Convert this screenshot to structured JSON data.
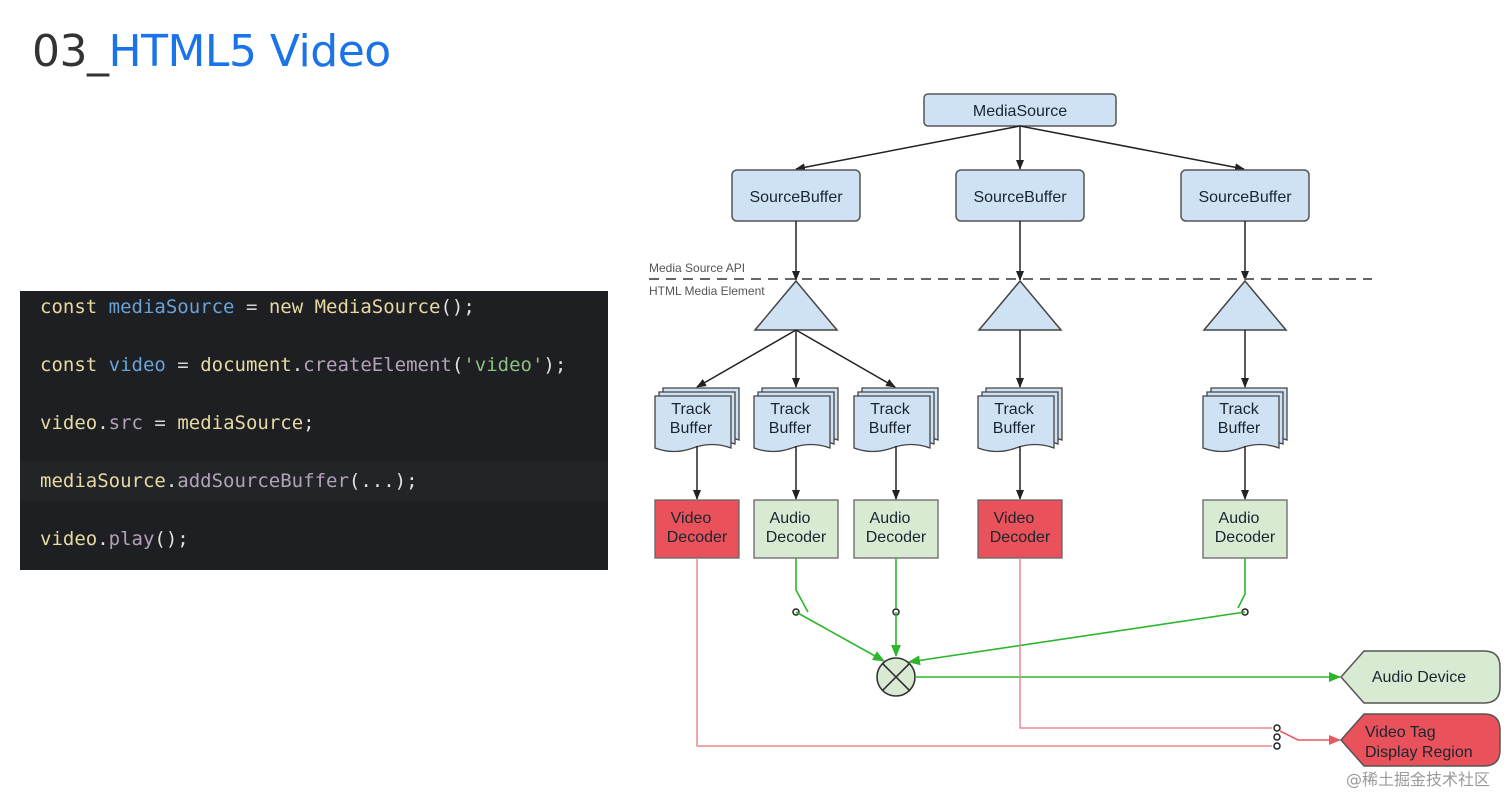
{
  "title": {
    "number": "03_",
    "text": "HTML5 Video"
  },
  "code": {
    "line1": {
      "kw": "const",
      "var": "mediaSource",
      "eq": " = ",
      "new": "new",
      "cls": "MediaSource",
      "end": "();"
    },
    "line2": {
      "kw": "const",
      "var": "video",
      "eq": " = ",
      "obj": "document",
      "dot": ".",
      "method": "createElement",
      "open": "(",
      "str": "'video'",
      "end": ");"
    },
    "line3": {
      "obj": "video",
      "dot": ".",
      "prop": "src",
      "eq": " = ",
      "val": "mediaSource",
      "end": ";"
    },
    "line4": {
      "obj": "mediaSource",
      "dot": ".",
      "method": "addSourceBuffer",
      "end": "(...);"
    },
    "line5": {
      "obj": "video",
      "dot": ".",
      "method": "play",
      "end": "();"
    }
  },
  "diagram": {
    "media_source": "MediaSource",
    "source_buffer": "SourceBuffer",
    "api_label": "Media Source API",
    "element_label": "HTML Media Element",
    "track_top": "Track",
    "track_bottom": "Buffer",
    "video_top": "Video",
    "audio_top": "Audio",
    "decoder": "Decoder",
    "audio_device": "Audio Device",
    "video_tag_top": "Video Tag",
    "video_tag_bottom": "Display Region",
    "colors": {
      "blue_fill": "#cfe2f3",
      "green_fill": "#d9ead3",
      "red_fill": "#e9525a",
      "green_line": "#2db52d",
      "red_line": "#e88a8f"
    }
  },
  "watermark": "@稀土掘金技术社区"
}
